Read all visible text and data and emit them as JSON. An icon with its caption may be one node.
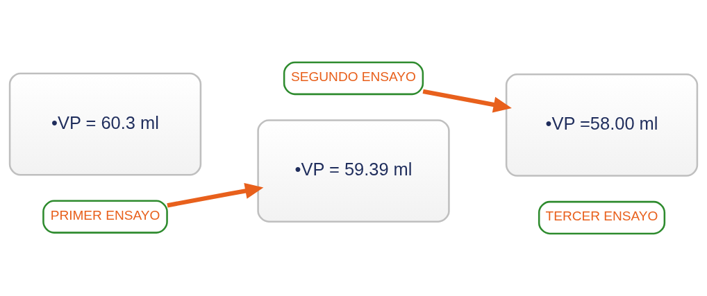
{
  "diagram": {
    "nodes": [
      {
        "text": [
          "•VP = 60.3 ml"
        ]
      },
      {
        "text": [
          "PRIMER ENSAYO"
        ]
      },
      {
        "text": [
          "•VP = 59.39 ml"
        ]
      },
      {
        "text": [
          "SEGUNDO ENSAYO"
        ]
      },
      {
        "text": [
          "•VP =58.00 ml"
        ]
      },
      {
        "text": [
          "TERCER ENSAYO"
        ]
      }
    ],
    "edges": [
      {
        "from": 1,
        "to": 2,
        "arrow": "to"
      },
      {
        "from": 3,
        "to": 4,
        "arrow": "to"
      }
    ]
  }
}
